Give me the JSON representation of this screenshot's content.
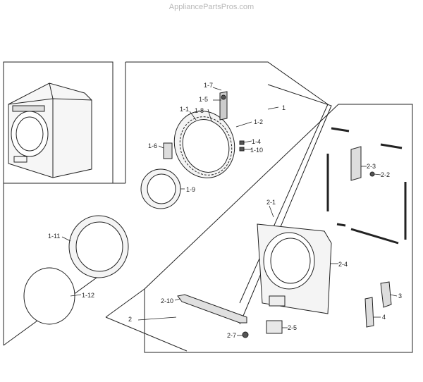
{
  "watermark": "AppliancePartsPros.com",
  "callouts": {
    "c1": "1",
    "c1_1": "1-1",
    "c1_2": "1-2",
    "c1_4": "1-4",
    "c1_5": "1-5",
    "c1_6": "1-6",
    "c1_7": "1-7",
    "c1_8": "1-8",
    "c1_9": "1-9",
    "c1_10": "1-10",
    "c1_11": "1-11",
    "c1_12": "1-12",
    "c2": "2",
    "c2_1": "2-1",
    "c2_2": "2-2",
    "c2_3": "2-3",
    "c2_4": "2-4",
    "c2_5": "2-5",
    "c2_7": "2-7",
    "c2_10": "2-10",
    "c3": "3",
    "c4": "4"
  },
  "colors": {
    "line": "#222222",
    "part_fill": "#f4f4f4",
    "dark_part": "#555555"
  }
}
